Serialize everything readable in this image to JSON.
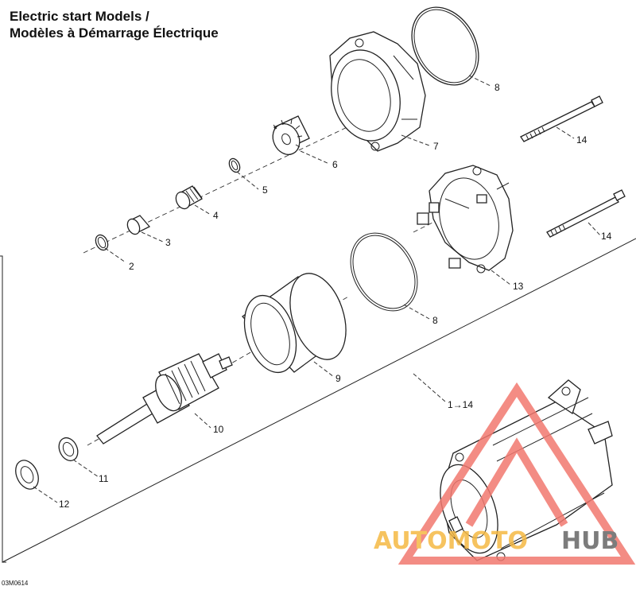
{
  "title": {
    "line1": "Electric start Models /",
    "line2": "Modèles à Démarrage Électrique"
  },
  "figure_code": "03M0614",
  "callouts": [
    "2",
    "3",
    "4",
    "5",
    "6",
    "7",
    "8",
    "8",
    "9",
    "10",
    "11",
    "12",
    "13",
    "14",
    "14",
    "1→14"
  ],
  "watermark": {
    "part1": "AUTOMOTO",
    "part2": "HUB",
    "color_primary": "#f2786f",
    "color_accent": "#f5b944",
    "color_dark": "#666666"
  }
}
